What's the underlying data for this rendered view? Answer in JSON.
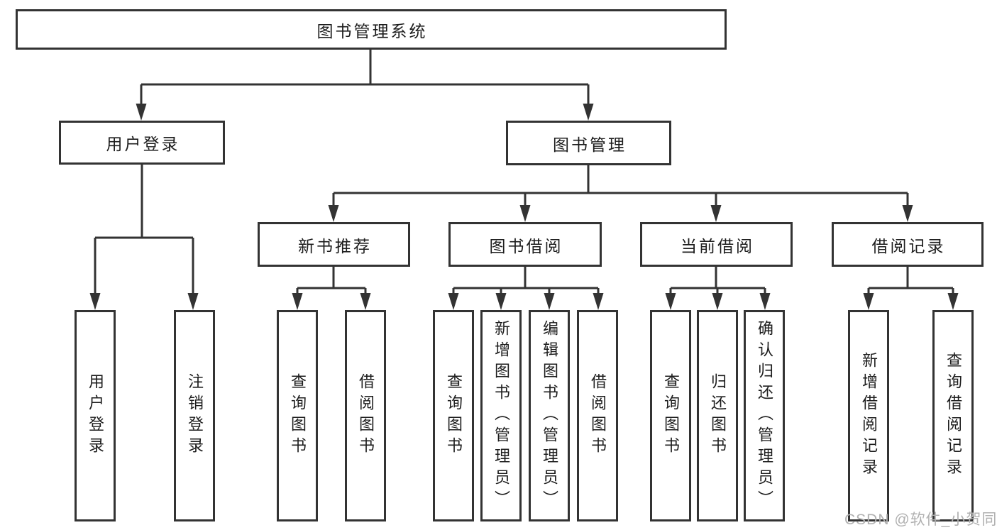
{
  "tree": {
    "root": {
      "label": "图书管理系统"
    },
    "branches": [
      {
        "label": "用户登录",
        "children": [
          {
            "label": "用户登录"
          },
          {
            "label": "注销登录"
          }
        ]
      },
      {
        "label": "图书管理",
        "children": [
          {
            "label": "新书推荐",
            "children": [
              {
                "label": "查询图书"
              },
              {
                "label": "借阅图书"
              }
            ]
          },
          {
            "label": "图书借阅",
            "children": [
              {
                "label": "查询图书"
              },
              {
                "label": "新增图书（管理员）"
              },
              {
                "label": "编辑图书（管理员）"
              },
              {
                "label": "借阅图书"
              }
            ]
          },
          {
            "label": "当前借阅",
            "children": [
              {
                "label": "查询图书"
              },
              {
                "label": "归还图书"
              },
              {
                "label": "确认归还（管理员）"
              }
            ]
          },
          {
            "label": "借阅记录",
            "children": [
              {
                "label": "新增借阅记录"
              },
              {
                "label": "查询借阅记录"
              }
            ]
          }
        ]
      }
    ]
  },
  "watermark": "CSDN @软件_小贺同学",
  "colors": {
    "line": "#333333",
    "text": "#1d1d1d",
    "watermark": "#b0b0b0",
    "background": "#ffffff"
  }
}
